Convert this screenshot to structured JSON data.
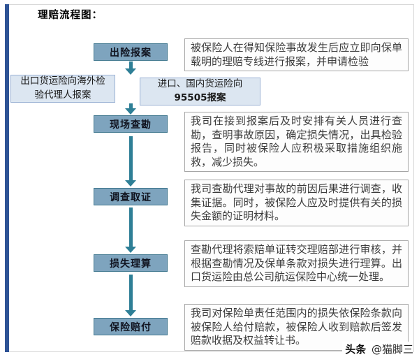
{
  "title": "理赔流程图：",
  "flowchart": {
    "steps": [
      {
        "label": "出险报案",
        "description": "被保险人在得知保险事故发生后应立即向保单载明的理赔专线进行报案，并申请检验"
      },
      {
        "label": "现场查勘",
        "description": "我司在接到报案后及时安排有关人员进行查勘，查明事故原因，确定损失情况，出具检验报告，同时被保险人应积极采取措施组织施救，减少损失。"
      },
      {
        "label": "调查取证",
        "description": "我司查勘代理对事故的前因后果进行调查，收集证据。同时，被保险人应及时提供有关的损失金额的证明材料。"
      },
      {
        "label": "损失理算",
        "description": "查勘代理将索赔单证转交理赔部进行审核，并根据查勘情况及保单条款对损失进行理算。出口货运险由总公司航运保险中心统一处理。"
      },
      {
        "label": "保险赔付",
        "description": "我司对保险单责任范围内的损失依保险条款向被保险人给付赔款，被保险人收到赔款后签发赔款收据及权益转让书。"
      }
    ],
    "branches": [
      {
        "line1": "出口货运险向海外检",
        "line2": "验代理人报案"
      },
      {
        "line1": "进口、国内货运险向",
        "line2": "95505报案"
      }
    ]
  },
  "watermark": {
    "brand": "头条",
    "author": "@猫脚三"
  },
  "colors": {
    "step_fill": "#7ea4be",
    "step_border": "#41788f",
    "branch_fill": "#dce6f1",
    "branch_border": "#9ab1d4",
    "desc_border": "#a6a6a6",
    "arrow": "#2e7f96",
    "accent_bar": "#2e5395"
  }
}
